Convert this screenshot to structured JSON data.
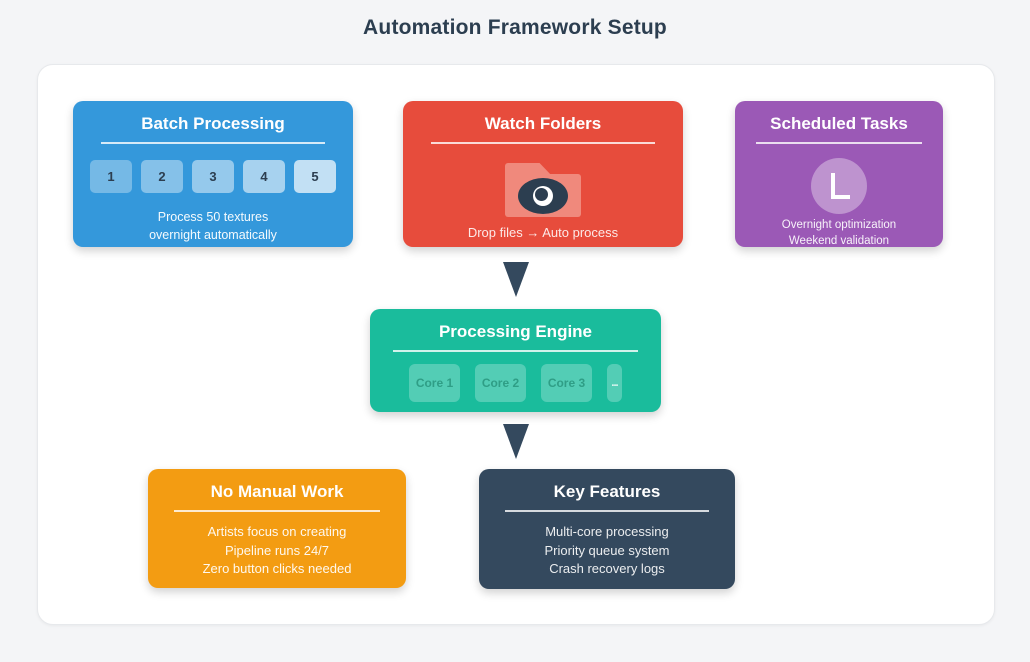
{
  "page": {
    "title": "Automation Framework Setup",
    "background": "#f4f5f7",
    "panel_background": "#ffffff"
  },
  "colors": {
    "batch_blue": "#3498db",
    "watch_red": "#e74c3c",
    "scheduled_purple": "#9b59b6",
    "engine_green": "#1abc9c",
    "manual_orange": "#f39c12",
    "features_dark": "#34495e",
    "arrow": "#34495e",
    "title_text": "#2c3e50"
  },
  "boxes": {
    "batch_processing": {
      "title": "Batch Processing",
      "queue": [
        "1",
        "2",
        "3",
        "4",
        "5"
      ],
      "lines": [
        "Process 50 textures",
        "overnight automatically"
      ]
    },
    "watch_folders": {
      "title": "Watch Folders",
      "icon": "watched-folder-eye-icon",
      "lines": [
        "Drop files → Auto process"
      ]
    },
    "scheduled_tasks": {
      "title": "Scheduled Tasks",
      "icon": "clock-icon",
      "lines": [
        "Overnight optimization",
        "Weekend validation"
      ]
    },
    "processing_engine": {
      "title": "Processing Engine",
      "cores": [
        "Core 1",
        "Core 2",
        "Core 3"
      ],
      "more": "..."
    },
    "no_manual_work": {
      "title": "No Manual Work",
      "lines": [
        "Artists focus on creating",
        "Pipeline runs 24/7",
        "Zero button clicks needed"
      ]
    },
    "key_features": {
      "title": "Key Features",
      "lines": [
        "Multi-core processing",
        "Priority queue system",
        "Crash recovery logs"
      ]
    }
  }
}
